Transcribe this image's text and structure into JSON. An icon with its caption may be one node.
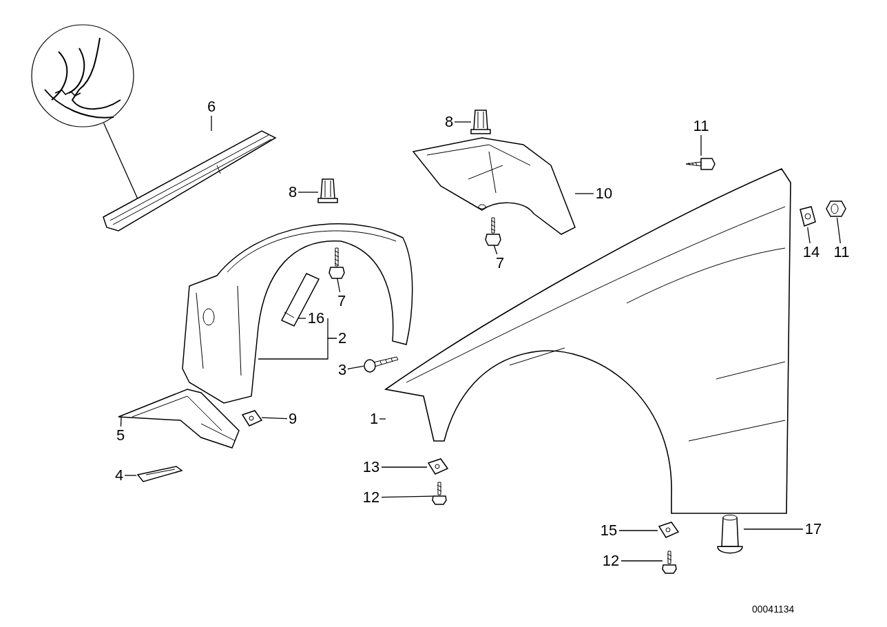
{
  "diagram": {
    "nodes": [
      {
        "text": [
          "6"
        ]
      },
      {
        "text": [
          "8"
        ]
      },
      {
        "text": [
          "11"
        ]
      },
      {
        "text": [
          "8"
        ]
      },
      {
        "text": [
          "10"
        ]
      },
      {
        "text": [
          "14"
        ]
      },
      {
        "text": [
          "11"
        ]
      },
      {
        "text": [
          "7"
        ]
      },
      {
        "text": [
          "7"
        ]
      },
      {
        "text": [
          "16"
        ]
      },
      {
        "text": [
          "2"
        ]
      },
      {
        "text": [
          "3"
        ]
      },
      {
        "text": [
          "9"
        ]
      },
      {
        "text": [
          "5"
        ]
      },
      {
        "text": [
          "1"
        ]
      },
      {
        "text": [
          "4"
        ]
      },
      {
        "text": [
          "13"
        ]
      },
      {
        "text": [
          "12"
        ]
      },
      {
        "text": [
          "15"
        ]
      },
      {
        "text": [
          "17"
        ]
      },
      {
        "text": [
          "12"
        ]
      },
      {
        "text": [],
        "shape": "picture"
      },
      {
        "text": [],
        "shape": "picture"
      },
      {
        "text": [],
        "shape": "picture"
      },
      {
        "text": [],
        "shape": "picture"
      },
      {
        "text": [],
        "shape": "picture"
      },
      {
        "text": [],
        "shape": "picture"
      },
      {
        "text": [],
        "shape": "picture"
      },
      {
        "text": [],
        "shape": "picture"
      },
      {
        "text": [],
        "shape": "picture"
      },
      {
        "text": [],
        "shape": "picture"
      },
      {
        "text": [],
        "shape": "picture"
      },
      {
        "text": [],
        "shape": "picture"
      },
      {
        "text": [],
        "shape": "picture"
      },
      {
        "text": [],
        "shape": "picture"
      },
      {
        "text": [],
        "shape": "picture"
      },
      {
        "text": [],
        "shape": "picture"
      },
      {
        "text": [],
        "shape": "picture"
      },
      {
        "text": [],
        "shape": "picture"
      },
      {
        "text": [],
        "shape": "picture"
      },
      {
        "text": [],
        "shape": "picture"
      },
      {
        "text": [],
        "shape": "cylinder"
      },
      {
        "text": [],
        "shape": "picture"
      }
    ],
    "edges": [
      {
        "from": 0,
        "to": 22,
        "arrow": "none"
      },
      {
        "from": 1,
        "to": 23,
        "arrow": "none"
      },
      {
        "from": 2,
        "to": 24,
        "arrow": "none"
      },
      {
        "from": 3,
        "to": 25,
        "arrow": "none"
      },
      {
        "from": 4,
        "to": 26,
        "arrow": "none"
      },
      {
        "from": 5,
        "to": 27,
        "arrow": "none"
      },
      {
        "from": 6,
        "to": 28,
        "arrow": "none"
      },
      {
        "from": 7,
        "to": 29,
        "arrow": "none"
      },
      {
        "from": 8,
        "to": 30,
        "arrow": "none"
      },
      {
        "from": 9,
        "to": 31,
        "arrow": "none"
      },
      {
        "from": 10,
        "to": 32,
        "arrow": "none"
      },
      {
        "from": 11,
        "to": 33,
        "arrow": "none"
      },
      {
        "from": 12,
        "to": 34,
        "arrow": "none"
      },
      {
        "from": 13,
        "to": 35,
        "arrow": "none"
      },
      {
        "from": 14,
        "to": 36,
        "arrow": "none"
      },
      {
        "from": 15,
        "to": 37,
        "arrow": "none"
      },
      {
        "from": 16,
        "to": 38,
        "arrow": "none"
      },
      {
        "from": 17,
        "to": 39,
        "arrow": "none"
      },
      {
        "from": 18,
        "to": 40,
        "arrow": "none"
      },
      {
        "from": 19,
        "to": 41,
        "arrow": "none"
      },
      {
        "from": 20,
        "to": 42,
        "arrow": "none"
      },
      {
        "from": 21,
        "to": 22,
        "arrow": "to"
      }
    ],
    "labels": [
      "00041134"
    ]
  }
}
